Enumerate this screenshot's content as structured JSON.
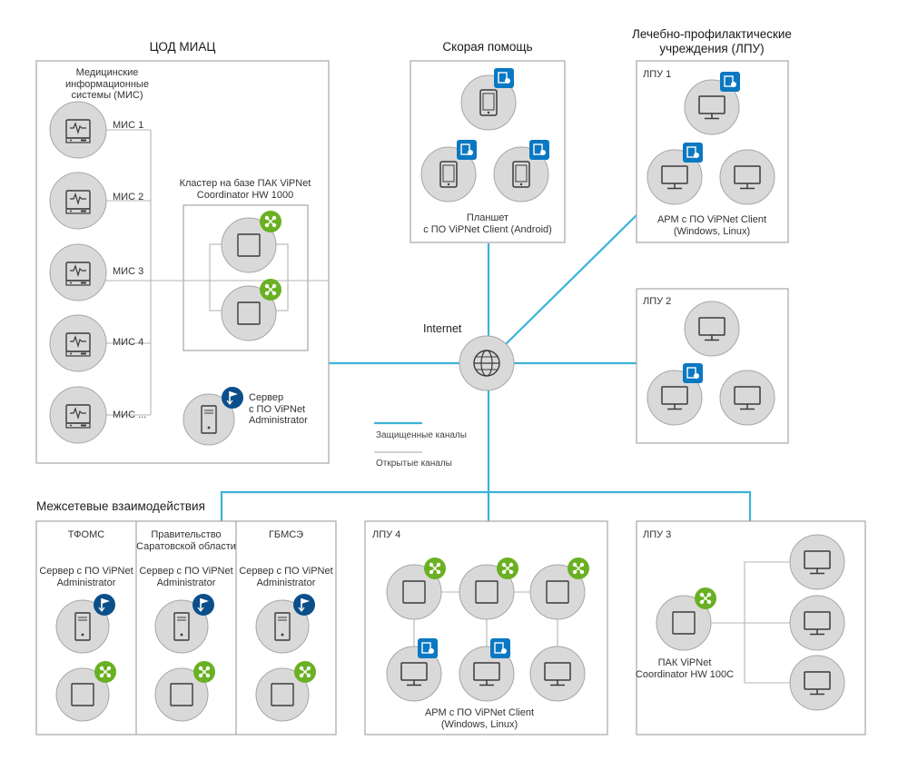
{
  "colors": {
    "secure_line": "#3bb3d9",
    "open_line": "#b5b5b5",
    "box_border": "#a6a6a6",
    "device_fill": "#d9d9d9",
    "badge_coordinator": "#6ab023",
    "badge_client": "#0b78c2",
    "badge_admin": "#0a4f8a"
  },
  "miac": {
    "title": "ЦОД МИАЦ",
    "mis_title": "Медицинские\nинформационные\nсистемы (МИС)",
    "mis_items": [
      "МИС 1",
      "МИС 2",
      "МИС 3",
      "МИС 4",
      "МИС ..."
    ],
    "cluster_label": "Кластер на базе ПАК ViPNet\nCoordinator HW 1000",
    "server_label": "Сервер\nс ПО ViPNet\nAdministrator"
  },
  "ambulance": {
    "title": "Скорая помощь",
    "caption": "Планшет\nс ПО ViPNet Client (Android)"
  },
  "lpu_group": {
    "title": "Лечебно-профилактические\nучреждения (ЛПУ)"
  },
  "lpu1": {
    "label": "ЛПУ 1",
    "caption": "АРМ с ПО ViPNet Client\n(Windows, Linux)"
  },
  "lpu2": {
    "label": "ЛПУ 2"
  },
  "lpu3": {
    "label": "ЛПУ 3",
    "caption": "ПАК ViPNet\nCoordinator HW 100C"
  },
  "lpu4": {
    "label": "ЛПУ 4",
    "caption": "АРМ с ПО ViPNet Client\n(Windows, Linux)"
  },
  "internet": {
    "label": "Internet"
  },
  "legend": {
    "secure": "Защищенные каналы",
    "open": "Открытые каналы"
  },
  "intersite": {
    "title": "Межсетевые взаимодействия",
    "orgs": [
      {
        "name": "ТФОМС",
        "server": "Сервер с ПО ViPNet\nAdministrator"
      },
      {
        "name": "Правительство\nСаратовской области",
        "server": "Сервер с ПО ViPNet\nAdministrator"
      },
      {
        "name": "ГБМСЭ",
        "server": "Сервер с ПО ViPNet\nAdministrator"
      }
    ]
  },
  "icons": {
    "monitor": "medical-monitor-icon",
    "tablet": "tablet-icon",
    "computer": "computer-monitor-icon",
    "coordinator": "coordinator-box-icon",
    "server": "server-tower-icon",
    "globe": "globe-icon",
    "badge_coordinator": "coordinator-badge-icon",
    "badge_client": "client-badge-icon",
    "badge_admin": "admin-flag-badge-icon"
  }
}
